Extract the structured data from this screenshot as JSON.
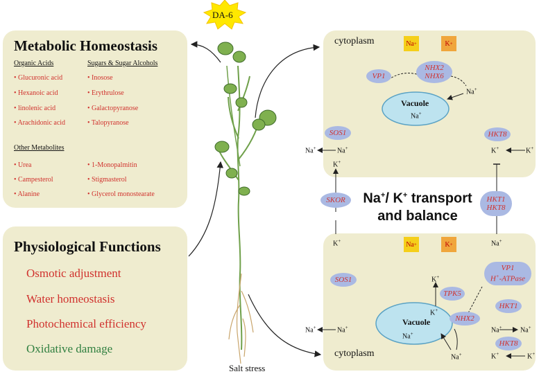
{
  "center": {
    "treatment": "DA-6",
    "stress": "Salt stress"
  },
  "metabolic": {
    "title": "Metabolic Homeostasis",
    "organic_acids": {
      "header": "Organic Acids",
      "items": [
        "Glucuronic acid",
        "Hexanoic acid",
        "linolenic acid",
        "Arachidonic acid"
      ]
    },
    "sugars": {
      "header": "Sugars & Sugar Alcohols",
      "items": [
        "Inosose",
        "Erythrulose",
        "Galactopyranose",
        "Talopyranose"
      ]
    },
    "other": {
      "header": "Other Metabolites",
      "col1": [
        "Urea",
        "Campesterol",
        "Alanine"
      ],
      "col2": [
        "1-Monopalmitin",
        "Stigmasterol",
        "Glycerol monostearate"
      ]
    }
  },
  "physiological": {
    "title": "Physiological Functions",
    "items": [
      "Osmotic adjustment",
      "Water homeostasis",
      "Photochemical efficiency",
      "Oxidative damage"
    ]
  },
  "transport": {
    "title_line1_na": "Na",
    "title_line1_sep": "/ K",
    "title_line1_rest": "transport",
    "title_line2": "and balance",
    "sup_plus": "+"
  },
  "top_cell": {
    "label": "cytoplasm",
    "na_box": "Na",
    "k_box": "K",
    "vacuole": "Vacuole",
    "vacuole_ion": "Na",
    "genes": {
      "vp1": "VP1",
      "nhx2": "NHX2",
      "nhx6": "NHX6",
      "sos1": "SOS1",
      "hkt8": "HKT8"
    },
    "ions": {
      "na": "Na",
      "k": "K"
    }
  },
  "middle_genes": {
    "skor": "SKOR",
    "hkt1": "HKT1",
    "hkt8": "HKT8"
  },
  "bottom_cell": {
    "label": "cytoplasm",
    "na_box": "Na",
    "k_box": "K",
    "vacuole": "Vacuole",
    "vacuole_ion": "Na",
    "genes": {
      "sos1": "SOS1",
      "tpk5": "TPK5",
      "nhx2": "NHX2",
      "vp1": "VP1",
      "h_atpase_h": "H",
      "h_atpase_rest": "-ATPase",
      "hkt1": "HKT1",
      "hkt8": "HKT8"
    },
    "ions": {
      "na": "Na",
      "k": "K"
    }
  },
  "colors": {
    "panel": "#efeccf",
    "gene_oval": "#aab9e3",
    "vacuole": "#bde3ef",
    "red_text": "#d0312d",
    "green_text": "#2f7f3f",
    "na_box": "#f5cf1a",
    "k_box": "#f0a63c",
    "star": "#ffe800"
  }
}
